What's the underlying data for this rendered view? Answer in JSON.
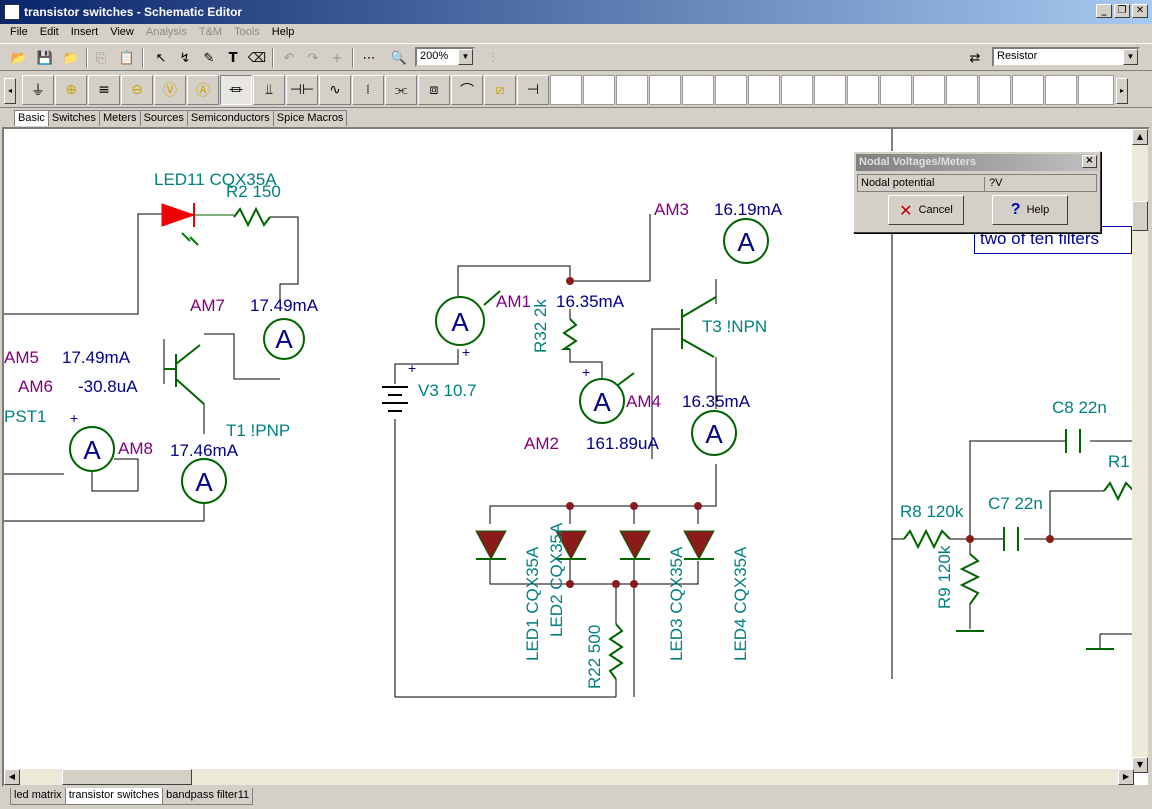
{
  "window": {
    "title": "transistor switches - Schematic Editor",
    "btn_min": "_",
    "btn_max": "❐",
    "btn_close": "✕"
  },
  "menu": [
    "File",
    "Edit",
    "Insert",
    "View",
    "Analysis",
    "T&M",
    "Tools",
    "Help"
  ],
  "menu_disabled": [
    "Analysis",
    "T&M",
    "Tools"
  ],
  "toolbar": {
    "zoom_value": "200%",
    "component_combo": "Resistor",
    "icons": [
      "open-icon",
      "save-icon",
      "open-folder-icon",
      "copy-icon",
      "paste-icon",
      "select-arrow-icon",
      "wire-icon",
      "pencil-icon",
      "text-icon",
      "eraser-icon",
      "undo-icon",
      "redo-icon",
      "crosshair-icon",
      "grid-icon",
      "zoom-icon",
      "probe-icon",
      "component-select-icon"
    ]
  },
  "component_tabs": [
    "Basic",
    "Switches",
    "Meters",
    "Sources",
    "Semiconductors",
    "Spice Macros"
  ],
  "active_component_tab": "Basic",
  "bottom_tabs": [
    "led matrix",
    "transistor switches",
    "bandpass filter11"
  ],
  "active_bottom_tab": "transistor switches",
  "dialog": {
    "title": "Nodal Voltages/Meters",
    "label": "Nodal potential",
    "value": "?V",
    "cancel": "Cancel",
    "help": "Help"
  },
  "filter_note": "two of ten filters",
  "schematic": {
    "labels": {
      "led11": "LED11 CQX35A",
      "r2": "R2 150",
      "am7": "AM7",
      "am7_val": "17.49mA",
      "am5": "AM5",
      "am5_val": "17.49mA",
      "am6": "AM6",
      "am6_val": "-30.8uA",
      "pst1": "PST1",
      "am8": "AM8",
      "t1": "T1 !PNP",
      "t1_val": "17.46mA",
      "am3": "AM3",
      "am3_val": "16.19mA",
      "am1": "AM1",
      "am1_val": "16.35mA",
      "r32": "R32 2k",
      "t3": "T3 !NPN",
      "v3": "V3 10.7",
      "am4": "AM4",
      "am4_val": "16.35mA",
      "am2": "AM2",
      "am2_val": "161.89uA",
      "led1": "LED1 CQX35A",
      "led2": "LED2 CQX35A",
      "led3": "LED3 CQX35A",
      "led4": "LED4 CQX35A",
      "r22": "R22 500",
      "c8": "C8 22n",
      "r1": "R1",
      "r8": "R8 120k",
      "c7": "C7 22n",
      "r9": "R9 120k",
      "meter_symbol": "A"
    }
  }
}
